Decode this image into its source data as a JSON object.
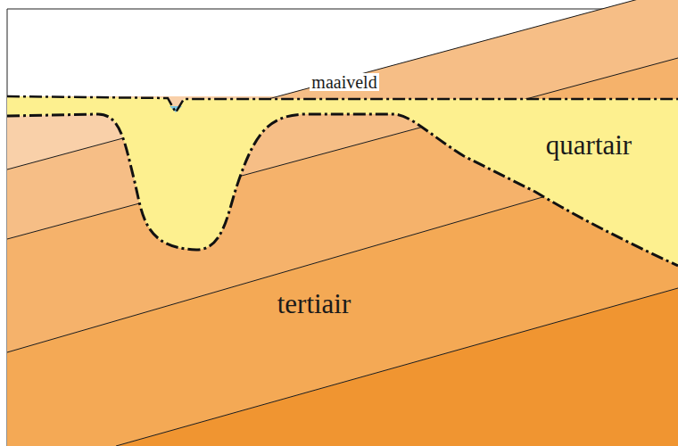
{
  "diagram": {
    "labels": [
      "maaiveld",
      "quartair",
      "tertiair"
    ]
  }
}
